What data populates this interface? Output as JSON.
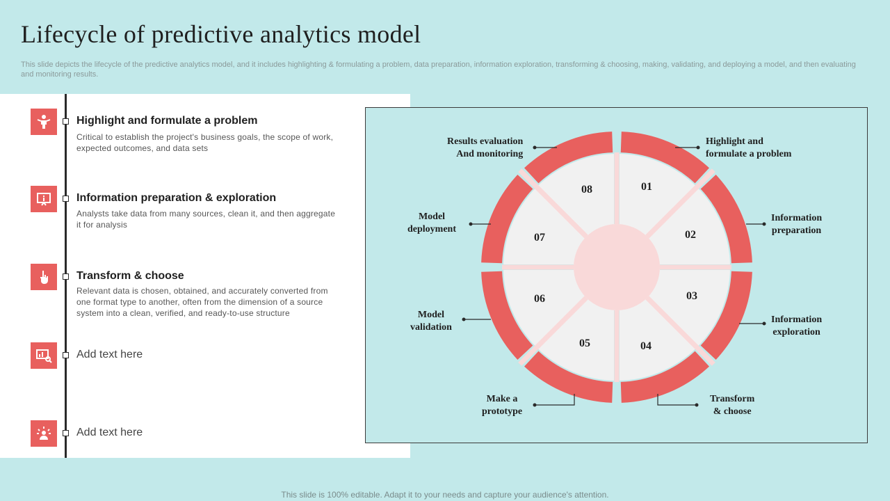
{
  "header": {
    "title": "Lifecycle of predictive analytics model",
    "subtitle": "This slide depicts the lifecycle of the predictive analytics model, and it includes highlighting & formulating a problem, data preparation, information exploration, transforming & choosing, making, validating, and deploying a model, and then evaluating and monitoring results."
  },
  "steps": [
    {
      "title": "Highlight and formulate a problem",
      "desc": "Critical to establish the project's business goals, the scope of work, expected outcomes, and data sets",
      "icon": "presenter-icon"
    },
    {
      "title": "Information preparation & exploration",
      "desc": "Analysts take data from many sources, clean it, and then aggregate it for analysis",
      "icon": "info-board-icon"
    },
    {
      "title": "Transform & choose",
      "desc": "Relevant data is chosen, obtained, and accurately converted from one format type to another, often from the dimension of a source system into a clean, verified, and ready-to-use structure",
      "icon": "hand-pointer-icon"
    },
    {
      "title": "Add text here",
      "desc": "",
      "icon": "chart-magnifier-icon"
    },
    {
      "title": "Add text here",
      "desc": "",
      "icon": "idea-person-icon"
    }
  ],
  "cycle": {
    "numbers": [
      "01",
      "02",
      "03",
      "04",
      "05",
      "06",
      "07",
      "08"
    ],
    "labels": {
      "results": [
        "Results evaluation",
        "And monitoring"
      ],
      "highlight": [
        "Highlight and",
        "formulate a problem"
      ],
      "info_prep": [
        "Information",
        "preparation"
      ],
      "info_exp": [
        "Information",
        "exploration"
      ],
      "transform": [
        "Transform",
        "& choose"
      ],
      "prototype": [
        "Make a",
        "prototype"
      ],
      "validation": [
        "Model",
        "validation"
      ],
      "deployment": [
        "Model",
        "deployment"
      ]
    }
  },
  "footer": "This slide is 100% editable. Adapt it to your needs and capture your audience's attention.",
  "colors": {
    "accent": "#e8605e",
    "background": "#c2e9ea",
    "inner": "#f1f1f1",
    "hub": "#f9d9d9"
  }
}
